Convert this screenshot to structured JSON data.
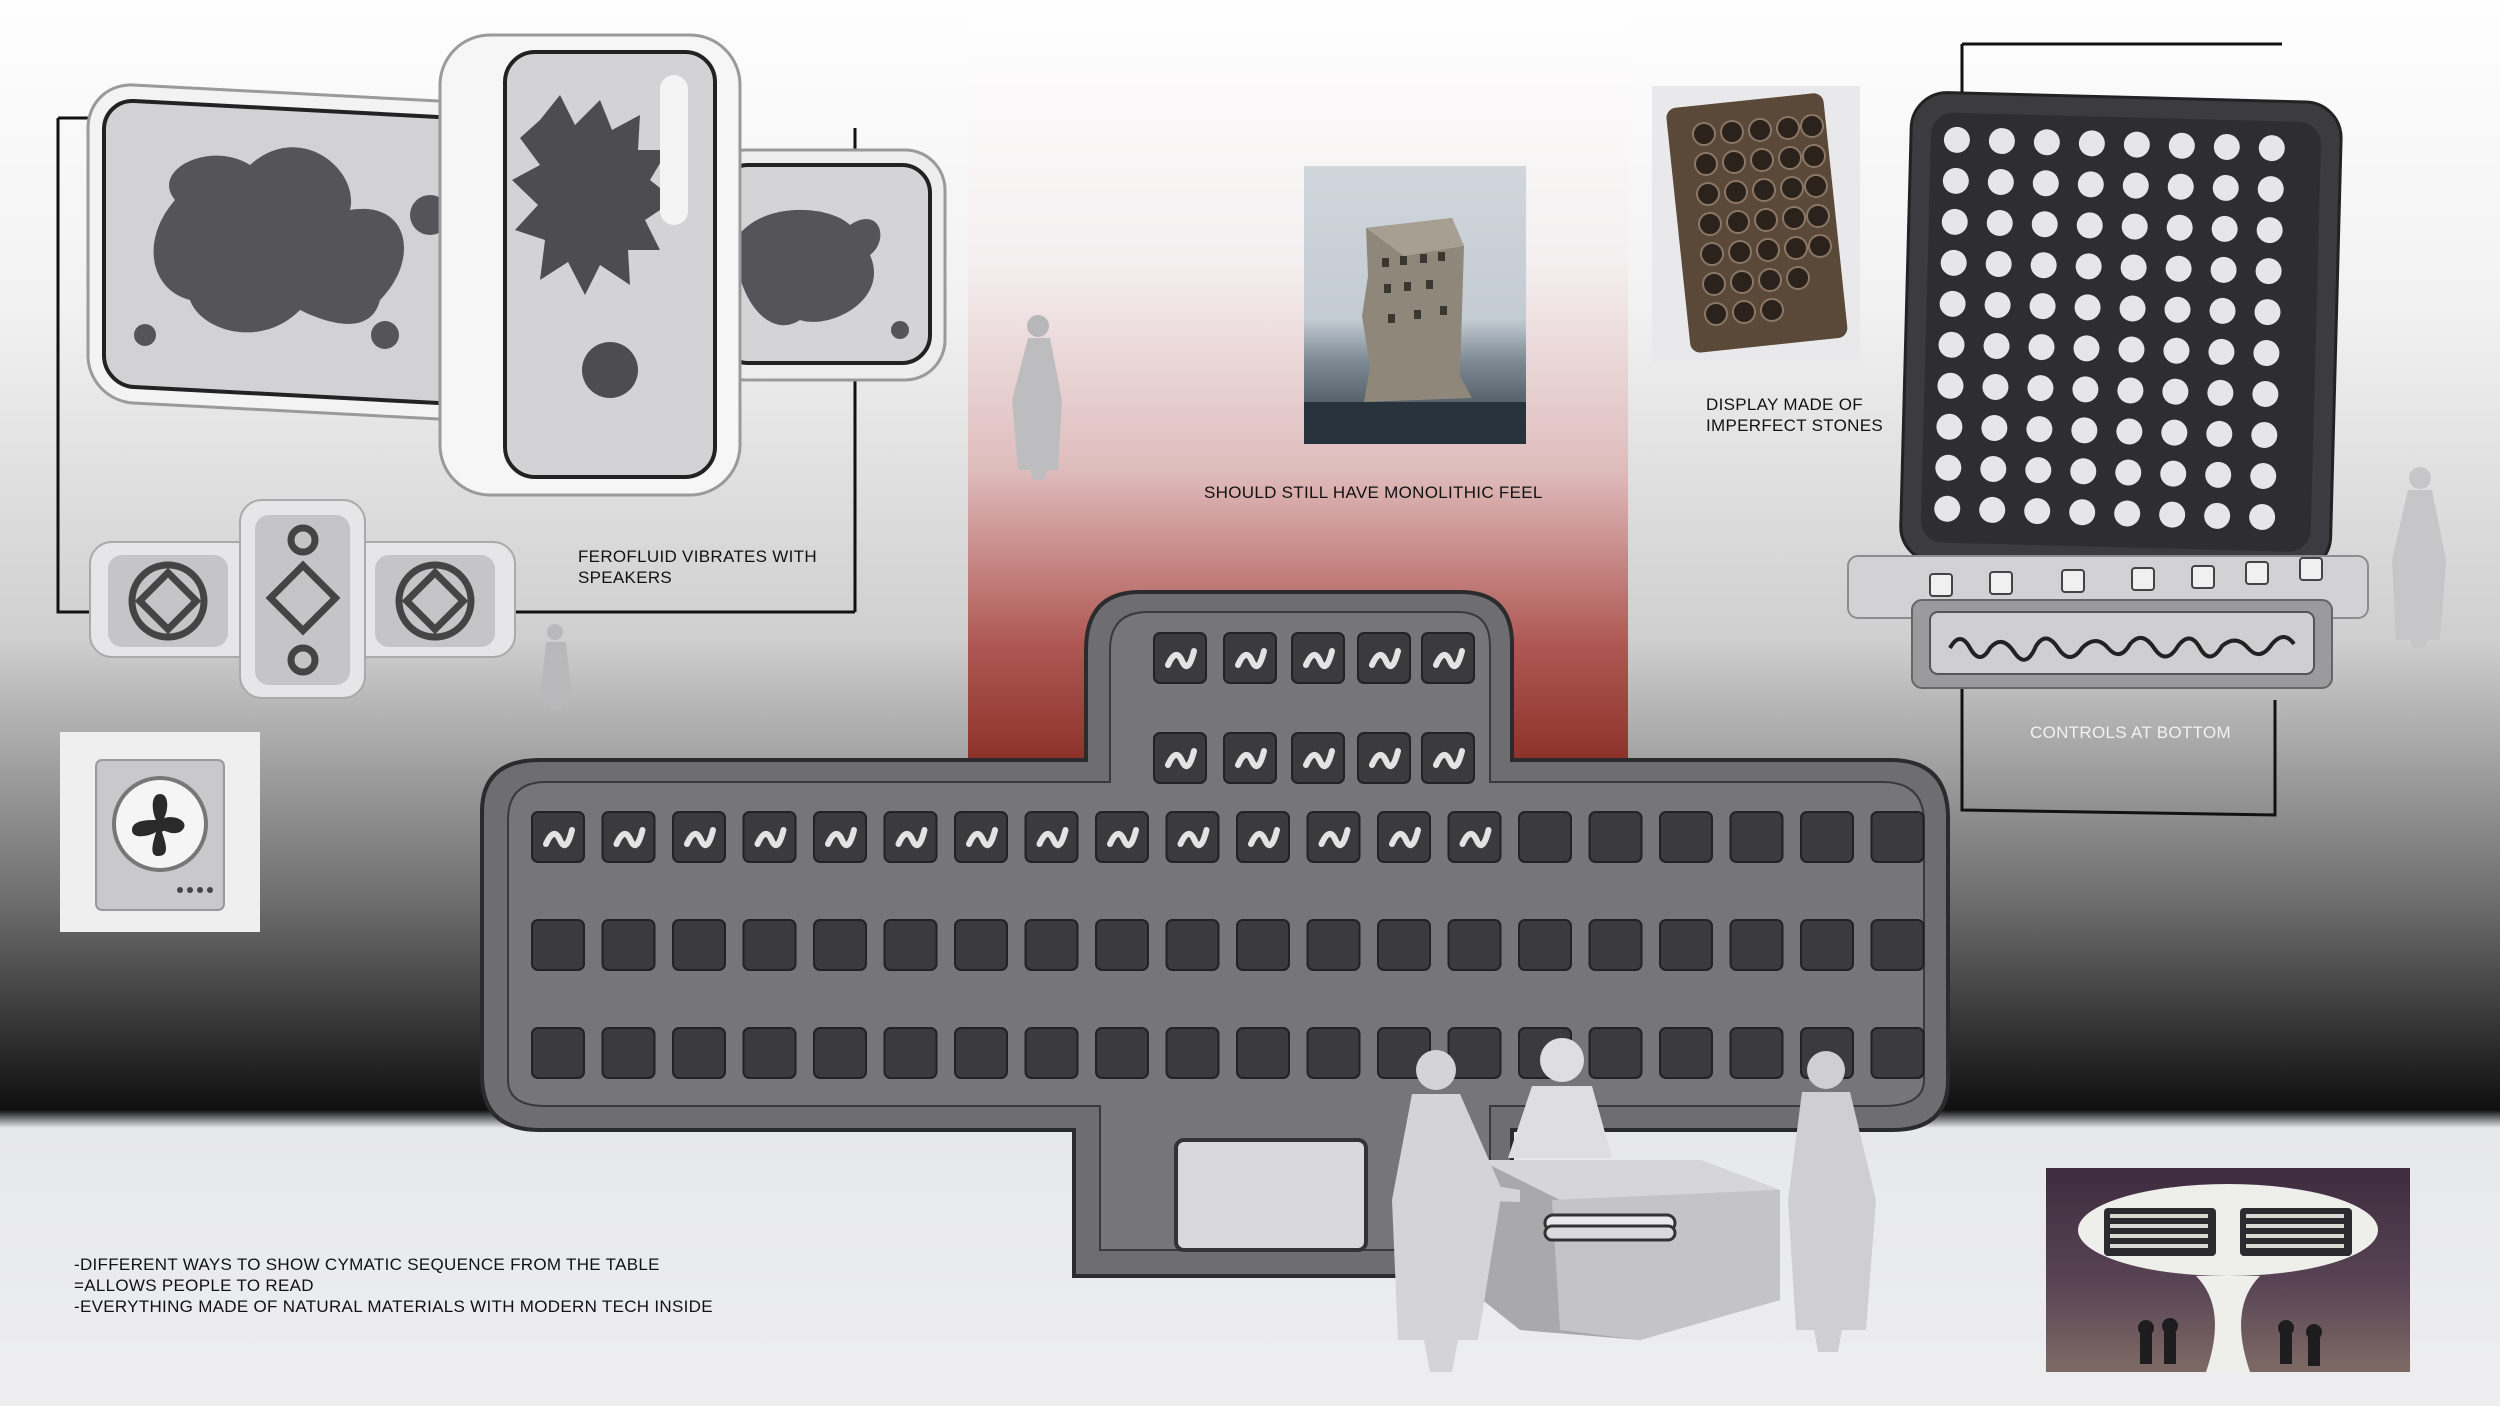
{
  "annotations": {
    "ferrofluid": "FEROFLUID VIBRATES WITH\nSPEAKERS",
    "monolithic": "SHOULD STILL HAVE MONOLITHIC FEEL",
    "stones": "DISPLAY MADE OF\nIMPERFECT STONES",
    "controls": "CONTROLS AT BOTTOM",
    "notes": "-DIFFERENT WAYS TO SHOW CYMATIC SEQUENCE FROM THE TABLE\n=ALLOWS PEOPLE TO READ\n-EVERYTHING MADE OF NATURAL MATERIALS WITH MODERN TECH INSIDE"
  },
  "colors": {
    "red_panel_top": "#f4eff0",
    "red_panel_bottom": "#7e2219",
    "stone_grey": "#6f6f71",
    "light_grey": "#dcdcde"
  },
  "icons": {
    "figure": "robed-figure",
    "reference_photo": "photo"
  }
}
